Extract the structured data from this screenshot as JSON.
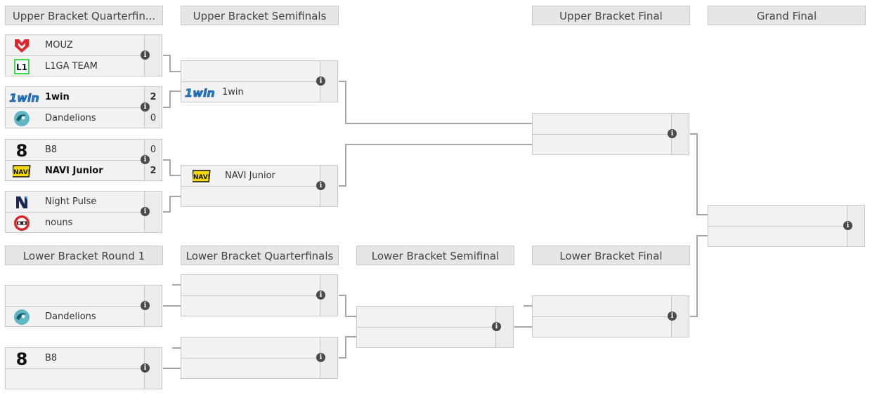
{
  "headers": {
    "ub_qf": "Upper Bracket Quarterfin...",
    "ub_sf": "Upper Bracket Semifinals",
    "ub_final": "Upper Bracket Final",
    "grand_final": "Grand Final",
    "lb_r1": "Lower Bracket Round 1",
    "lb_qf": "Lower Bracket Quarterfinals",
    "lb_sf": "Lower Bracket Semifinal",
    "lb_final": "Lower Bracket Final"
  },
  "matches": {
    "ubqf1": {
      "team1": "MOUZ",
      "score1": "",
      "team2": "L1GA TEAM",
      "score2": ""
    },
    "ubqf2": {
      "team1": "1win",
      "score1": "2",
      "team2": "Dandelions",
      "score2": "0"
    },
    "ubqf3": {
      "team1": "B8",
      "score1": "0",
      "team2": "NAVI Junior",
      "score2": "2"
    },
    "ubqf4": {
      "team1": "Night Pulse",
      "score1": "",
      "team2": "nouns",
      "score2": ""
    },
    "ubsf1": {
      "team1": "",
      "team2": "1win"
    },
    "ubsf2": {
      "team1": "NAVI Junior",
      "team2": ""
    },
    "lbr1_1": {
      "team1": "",
      "team2": "Dandelions"
    },
    "lbr1_2": {
      "team1": "B8",
      "team2": ""
    }
  },
  "logos": {
    "mouz": "mouz-logo",
    "l1ga": "l1ga-team-logo",
    "onewin": "1win-logo",
    "dandelions": "dandelions-logo",
    "b8": "b8-logo",
    "navi": "navi-junior-logo",
    "nightpulse": "night-pulse-logo",
    "nouns": "nouns-logo"
  },
  "colors": {
    "header_bg": "#e6e6e6",
    "match_bg": "#f2f2f2",
    "connector": "#a0a0a0",
    "info_icon": "#4a4a4a"
  }
}
